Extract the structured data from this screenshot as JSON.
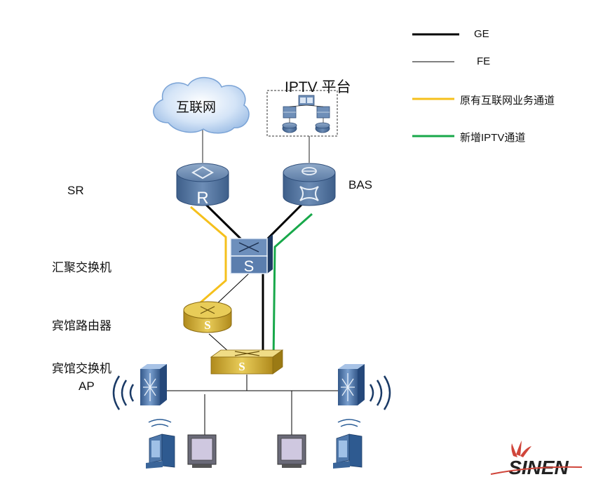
{
  "legend": {
    "ge": "GE",
    "fe": "FE",
    "internet_path": "原有互联网业务通道",
    "iptv_path": "新增IPTV通道",
    "colors": {
      "ge": "#000000",
      "fe": "#000000",
      "internet_path": "#f5c01c",
      "iptv_path": "#18a84a"
    }
  },
  "nodes": {
    "internet": "互联网",
    "iptv_platform": "IPTV 平台",
    "sr": "SR",
    "bas": "BAS",
    "aggregation_switch": "汇聚交换机",
    "hotel_router": "宾馆路由器",
    "hotel_switch": "宾馆交换机",
    "ap": "AP"
  },
  "icons": {
    "router_letter": "R",
    "switch_letter": "S"
  },
  "logo": "SINEN"
}
